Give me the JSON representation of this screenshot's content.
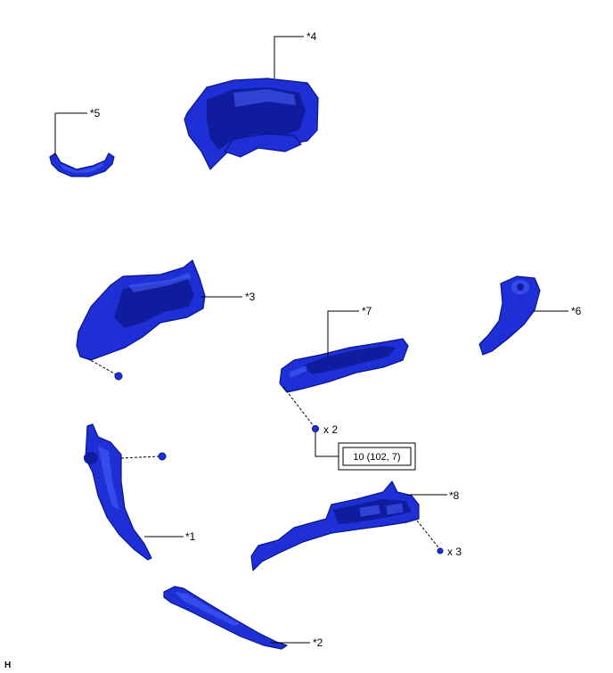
{
  "labels": {
    "p1": "*1",
    "p2": "*2",
    "p3": "*3",
    "p4": "*4",
    "p5": "*5",
    "p6": "*6",
    "p7": "*7",
    "p8": "*8",
    "qty_a": "x 2",
    "qty_b": "x 3",
    "torque": "10 (102, 7)",
    "corner": "H"
  },
  "colors": {
    "part_fill": "#1e2fd6",
    "part_edge": "#0a158a"
  }
}
